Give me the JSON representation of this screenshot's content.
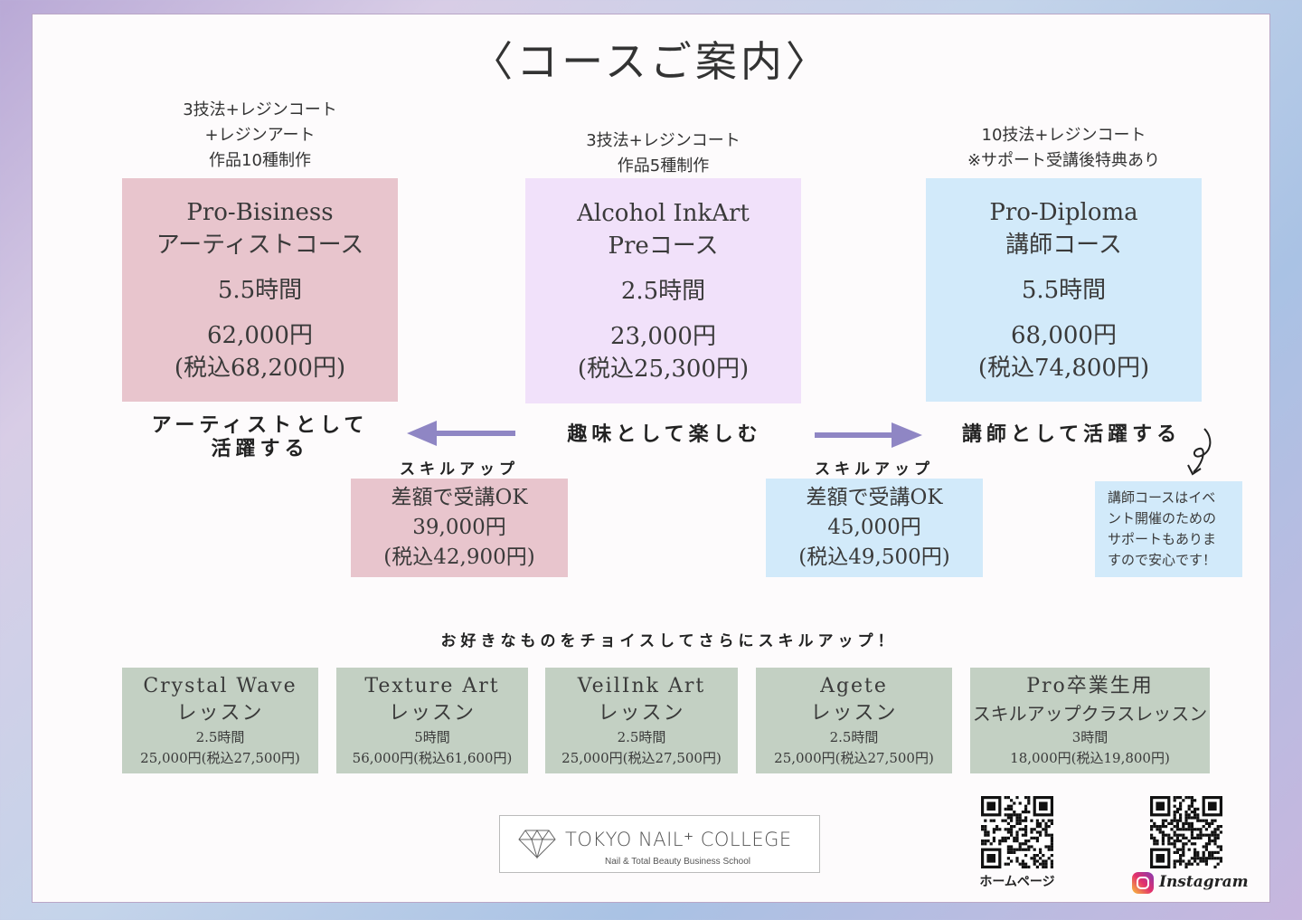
{
  "title": "〈コースご案内〉",
  "courses": [
    {
      "note": [
        "3技法+レジンコート",
        "+レジンアート",
        "作品10種制作"
      ],
      "name": [
        "Pro-Bisiness",
        "アーティストコース"
      ],
      "hours": "5.5時間",
      "price": "62,000円",
      "tax": "(税込68,200円)",
      "color": "#e8c5cd"
    },
    {
      "note": [
        "3技法+レジンコート",
        "作品5種制作"
      ],
      "name": [
        "Alcohol InkArt",
        "Preコース"
      ],
      "hours": "2.5時間",
      "price": "23,000円",
      "tax": "(税込25,300円)",
      "color": "#f1e1fa"
    },
    {
      "note": [
        "10技法+レジンコート",
        "※サポート受講後特典あり"
      ],
      "name": [
        "Pro-Diploma",
        "講師コース"
      ],
      "hours": "5.5時間",
      "price": "68,000円",
      "tax": "(税込74,800円)",
      "color": "#d2eafa"
    }
  ],
  "paths": {
    "artist": [
      "アーティストとして",
      "活躍する"
    ],
    "hobby": "趣味として楽しむ",
    "teacher": "講師として活躍する"
  },
  "skillup": [
    {
      "label": "スキルアップ",
      "lines": [
        "差額で受講OK",
        "39,000円",
        "(税込42,900円)"
      ]
    },
    {
      "label": "スキルアップ",
      "lines": [
        "差額で受講OK",
        "45,000円",
        "(税込49,500円)"
      ]
    }
  ],
  "teacher_note": [
    "講師コースはイベ",
    "ント開催のための",
    "サポートもありま",
    "すので安心です！"
  ],
  "choice_heading": "お好きなものをチョイスしてさらにスキルアップ！",
  "lessons": [
    {
      "name": [
        "Crystal Wave",
        "レッスン"
      ],
      "hours": "2.5時間",
      "price": "25,000円(税込27,500円)"
    },
    {
      "name": [
        "Texture Art",
        "レッスン"
      ],
      "hours": "5時間",
      "price": "56,000円(税込61,600円)"
    },
    {
      "name": [
        "VeilInk Art",
        "レッスン"
      ],
      "hours": "2.5時間",
      "price": "25,000円(税込27,500円)"
    },
    {
      "name": [
        "Agete",
        "レッスン"
      ],
      "hours": "2.5時間",
      "price": "25,000円(税込27,500円)"
    },
    {
      "name": [
        "Pro卒業生用",
        "スキルアップクラスレッスン"
      ],
      "hours": "3時間",
      "price": "18,000円(税込19,800円)"
    }
  ],
  "logo": {
    "name": "TOKYO NAIL⁺ COLLEGE",
    "tagline": "Nail & Total Beauty Business School"
  },
  "qr": {
    "homepage": "ホームページ",
    "instagram": "Instagram"
  },
  "colors": {
    "arrow": "#8f86c4",
    "sage": "#c3d0c3"
  }
}
